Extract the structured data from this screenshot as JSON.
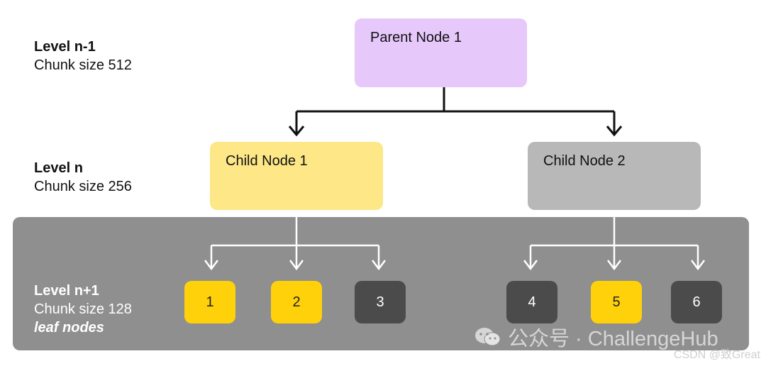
{
  "levels": [
    {
      "title": "Level n-1",
      "chunk": "Chunk size 512"
    },
    {
      "title": "Level n",
      "chunk": "Chunk size 256"
    },
    {
      "title": "Level n+1",
      "chunk": "Chunk size 128",
      "note": "leaf nodes"
    }
  ],
  "nodes": {
    "parent": "Parent Node 1",
    "child1": "Child Node 1",
    "child2": "Child Node 2"
  },
  "leaves": [
    "1",
    "2",
    "3",
    "4",
    "5",
    "6"
  ],
  "colors": {
    "parent": "#e6c8fb",
    "child1": "#fde787",
    "child2": "#b8b8b8",
    "leaf_panel": "#8f8f8f",
    "leaf_yellow": "#ffd10a",
    "leaf_dark": "#4b4b4b"
  },
  "watermark": {
    "main": "公众号 · ChallengeHub",
    "sub": "CSDN @致Great"
  }
}
